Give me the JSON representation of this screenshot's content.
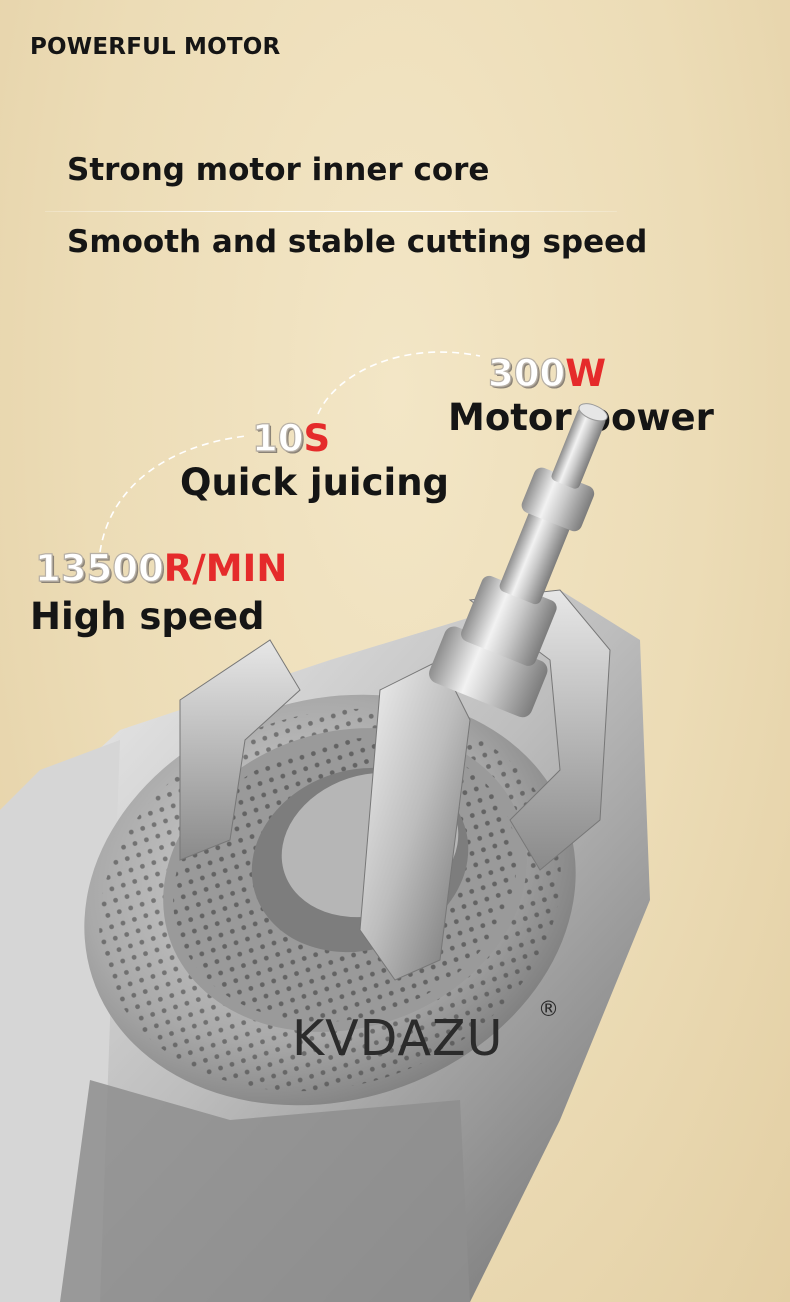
{
  "header": {
    "label": "POWERFUL MOTOR"
  },
  "features": [
    "Strong motor inner core",
    "Smooth and stable cutting speed"
  ],
  "stats": [
    {
      "value": "300",
      "unit": "W",
      "label": "Motor power"
    },
    {
      "value": "10",
      "unit": "S",
      "label": "Quick juicing"
    },
    {
      "value": "13500",
      "unit": "R/MIN",
      "label": "High speed"
    }
  ],
  "brand": {
    "name": "KVDAZU",
    "mark": "®"
  },
  "colors": {
    "accent": "#e52b2b",
    "background": "#ecdcb6",
    "text": "#151515"
  }
}
